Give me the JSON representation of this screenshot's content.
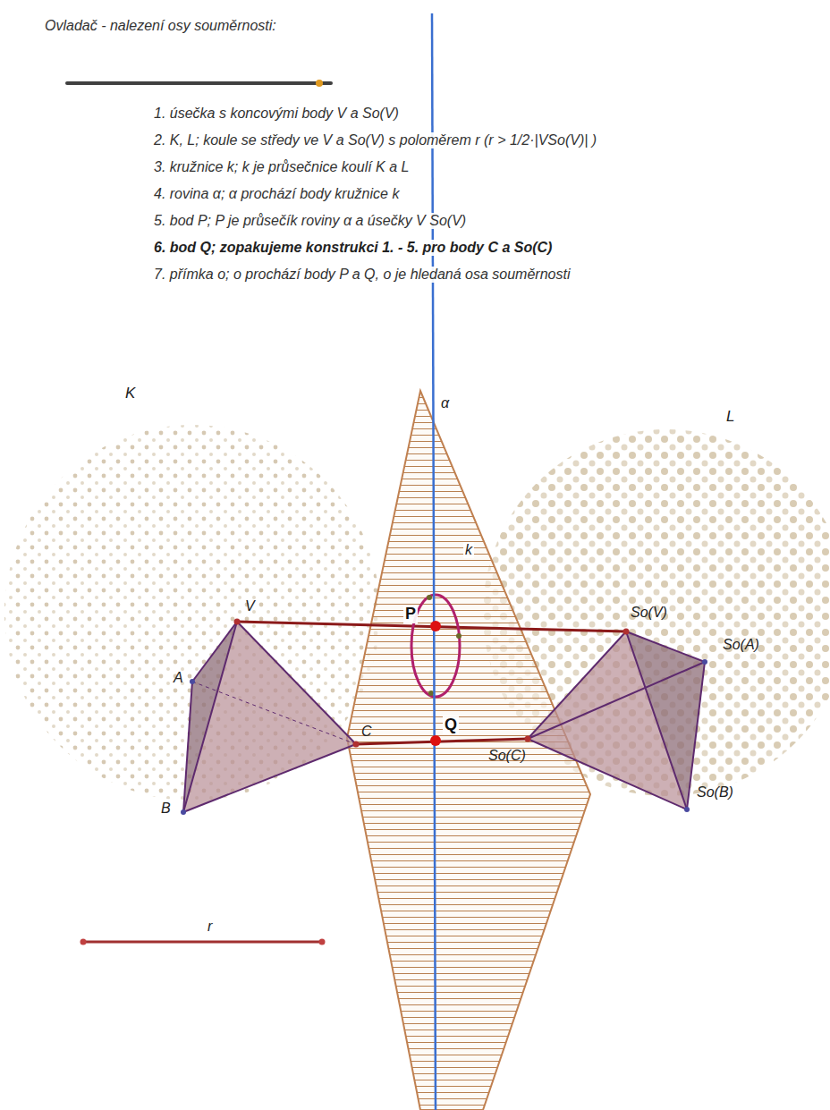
{
  "diagram": {
    "title": "Ovladač - nalezení osy souměrnosti:",
    "labels": [
      "1. úsečka s koncovými body V a So(V)",
      "2. K, L; koule se středy ve V a So(V) s poloměrem r (r > 1/2·|VSo(V)| )",
      "3. kružnice k; k je průsečnice koulí K a L",
      "4. rovina α; α prochází body kružnice k",
      "5. bod P; P je průsečík roviny α a úsečky V So(V)",
      "6. bod Q; zopakujeme konstrukci 1. - 5. pro body C a So(C)",
      "7. přímka o; o prochází body P a Q, o je hledaná osa souměrnosti",
      "K",
      "L",
      "α",
      "k",
      "V",
      "P",
      "A",
      "C",
      "Q",
      "B",
      "So(V)",
      "So(A)",
      "So(C)",
      "So(B)",
      "r"
    ]
  }
}
